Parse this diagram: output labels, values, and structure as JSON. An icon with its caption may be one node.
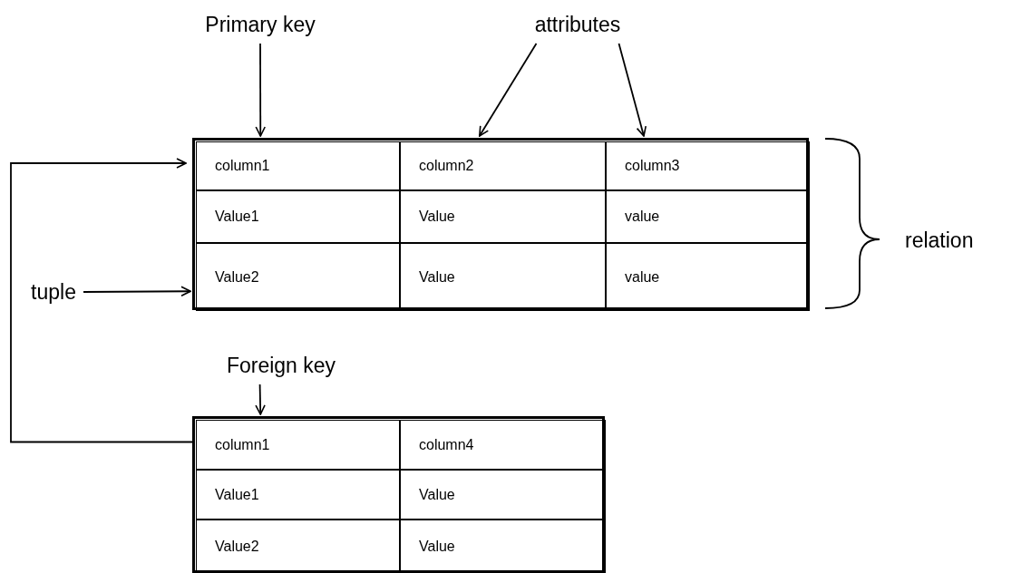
{
  "diagram": {
    "nodes": [
      {
        "text": [
          "Primary key"
        ]
      },
      {
        "text": [
          "attributes"
        ]
      },
      {
        "text": [],
        "shape": "box"
      },
      {
        "text": [
          "column1"
        ],
        "in": 2
      },
      {
        "text": [
          "column2"
        ],
        "in": 2
      },
      {
        "text": [
          "column3"
        ],
        "in": 2
      },
      {
        "text": [
          "Value1"
        ],
        "in": 2
      },
      {
        "text": [
          "Value"
        ],
        "in": 2
      },
      {
        "text": [
          "value"
        ],
        "in": 2
      },
      {
        "text": [
          "Value2"
        ],
        "in": 2
      },
      {
        "text": [
          "Value"
        ],
        "in": 2
      },
      {
        "text": [
          "value"
        ],
        "in": 2
      },
      {
        "text": [
          "tuple"
        ]
      },
      {
        "text": [
          "Foreign key"
        ]
      },
      {
        "text": [],
        "shape": "box"
      },
      {
        "text": [
          "column1"
        ],
        "in": 14
      },
      {
        "text": [
          "column4"
        ],
        "in": 14
      },
      {
        "text": [
          "Value1"
        ],
        "in": 14
      },
      {
        "text": [
          "Value"
        ],
        "in": 14
      },
      {
        "text": [
          "Value2"
        ],
        "in": 14
      },
      {
        "text": [
          "Value"
        ],
        "in": 14
      }
    ],
    "edges": [
      {
        "from": 0,
        "to": 3,
        "arrow": "to"
      },
      {
        "from": 1,
        "to": 4,
        "arrow": "to"
      },
      {
        "from": 1,
        "to": 5,
        "arrow": "to"
      },
      {
        "from": 12,
        "to": 9,
        "arrow": "to"
      },
      {
        "from": 13,
        "to": 15,
        "arrow": "to"
      },
      {
        "from": 15,
        "to": 3,
        "arrow": "to"
      }
    ],
    "labels": [
      "relation"
    ]
  }
}
